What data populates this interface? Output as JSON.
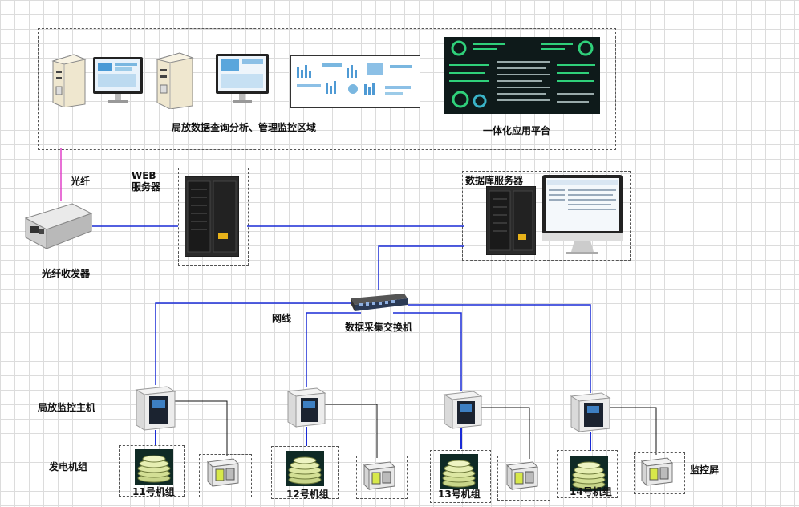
{
  "labels": {
    "query_area": "局放数据查询分析、管理监控区域",
    "platform": "一体化应用平台",
    "fiber": "光纤",
    "web_server": "WEB\n服务器",
    "db_server": "数据库服务器",
    "transceiver": "光纤收发器",
    "network_cable": "网线",
    "switch": "数据采集交换机",
    "monitor_host": "局放监控主机",
    "generator": "发电机组",
    "monitor_screen": "监控屏",
    "unit11": "11号机组",
    "unit12": "12号机组",
    "unit13": "13号机组",
    "unit14": "14号机组"
  },
  "colors": {
    "network_line": "#1a2bd6",
    "fiber_line": "#e040c8",
    "black_line": "#111111",
    "dashed_border": "#555555"
  },
  "icons": [
    "pc-tower-icon",
    "monitor-icon",
    "dashboard-icon",
    "server-rack-icon",
    "imac-icon",
    "fiber-transceiver-icon",
    "network-switch-icon",
    "monitor-host-icon",
    "generator-coins-icon",
    "monitor-screen-icon"
  ]
}
